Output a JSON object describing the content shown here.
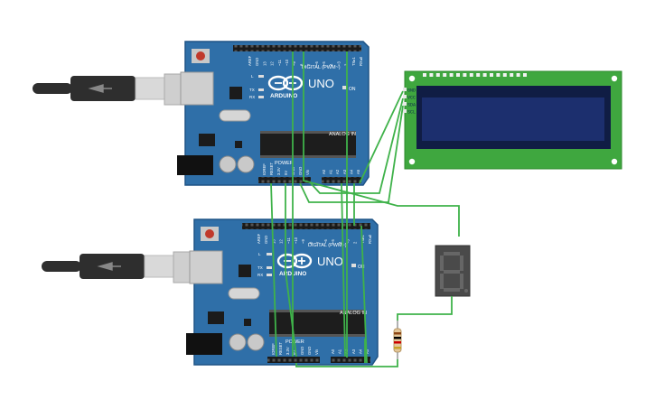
{
  "colors": {
    "board": "#2f6fa8",
    "board_dark": "#1f5486",
    "wire": "#3fb24a",
    "lcd_pcb": "#3fa73f",
    "lcd_screen": "#1c2f6e",
    "seg_body": "#4a4a4a",
    "seg_off": "#666666",
    "usb_plug": "#2e2e2e",
    "usb_metal": "#d9d9d9"
  },
  "boards": [
    {
      "name": "top",
      "brand": "ARDUINO",
      "model": "UNO",
      "on_label": "ON",
      "digital_label": "DIGITAL (PWM~)",
      "digital_pins": [
        "AREF",
        "GND",
        "13",
        "12",
        "~11",
        "~10",
        "~9",
        "8",
        "7",
        "~6",
        "~5",
        "4",
        "~3",
        "2",
        "TX▸1",
        "RX◂0"
      ],
      "tx_label": "TX",
      "rx_label": "RX",
      "l_label": "L",
      "power_label": "POWER",
      "power_pins": [
        "IOREF",
        "RESET",
        "3.3V",
        "5V",
        "GND",
        "GND",
        "Vin"
      ],
      "analog_label": "ANALOG IN",
      "analog_pins": [
        "A0",
        "A1",
        "A2",
        "A3",
        "A4",
        "A5"
      ]
    },
    {
      "name": "bottom",
      "brand": "ARDUINO",
      "model": "UNO",
      "on_label": "ON",
      "digital_label": "DIGITAL (PWM~)",
      "digital_pins": [
        "AREF",
        "GND",
        "13",
        "12",
        "~11",
        "~10",
        "~9",
        "8",
        "7",
        "~6",
        "~5",
        "4",
        "~3",
        "2",
        "TX▸1",
        "RX◂0"
      ],
      "tx_label": "TX",
      "rx_label": "RX",
      "l_label": "L",
      "power_label": "POWER",
      "power_pins": [
        "IOREF",
        "RESET",
        "3.3V",
        "5V",
        "GND",
        "GND",
        "Vin"
      ],
      "analog_label": "ANALOG IN",
      "analog_pins": [
        "A0",
        "A1",
        "A2",
        "A3",
        "A4",
        "A5"
      ]
    }
  ],
  "lcd": {
    "pins": [
      "GND",
      "VCC",
      "SDA",
      "SCL"
    ]
  },
  "seven_segment": {
    "digit": "8"
  }
}
